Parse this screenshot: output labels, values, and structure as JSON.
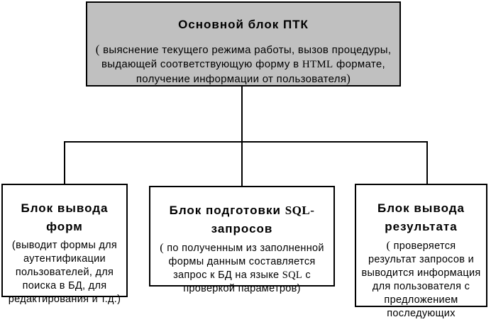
{
  "colors": {
    "background": "#ffffff",
    "main_block_fill": "#c0c0c0",
    "border": "#000000",
    "line": "#000000",
    "text": "#000000"
  },
  "main_block": {
    "title": "Основной блок ПТК",
    "desc_open": "( ",
    "desc_text": "выяснение текущего режима работы, вызов процедуры, выдающей соответствующую форму в ",
    "desc_latin": "HTML",
    "desc_tail": " формате, получение информации от пользователя",
    "desc_close": ")"
  },
  "blocks": [
    {
      "title_pre": "Блок вывода форм",
      "title_latin": "",
      "title_post": "",
      "desc_open": "(",
      "desc_pre": "выводит формы для аутентификации пользователей, для поиска в БД, для редактирования и т.д.)",
      "desc_latin": "",
      "desc_post": ""
    },
    {
      "title_pre": "Блок подготовки ",
      "title_latin": "SQL-",
      "title_post": "запросов",
      "desc_open": "( ",
      "desc_pre": "по полученным из заполненной формы данным составляется запрос к БД на языке ",
      "desc_latin": "SQL",
      "desc_post": " с проверкой параметров)"
    },
    {
      "title_pre": "Блок вывода результата",
      "title_latin": "",
      "title_post": "",
      "desc_open": "( ",
      "desc_pre": "проверяется результат запросов и выводится информация для пользователя с предложением последующих действий)",
      "desc_latin": "",
      "desc_post": ""
    }
  ]
}
